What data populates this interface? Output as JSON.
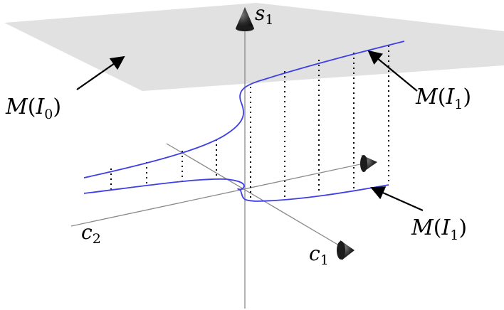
{
  "diagram": {
    "labels": {
      "plane_top": {
        "calligraphic": "M",
        "open": "(",
        "symbol": "I",
        "subscript": "0",
        "close": ")"
      },
      "upper_curve": {
        "calligraphic": "M",
        "open": "(",
        "symbol": "I",
        "subscript": "1",
        "close": ")"
      },
      "lower_curve": {
        "calligraphic": "M",
        "open": "(",
        "symbol": "I",
        "subscript": "1",
        "close": ")"
      }
    },
    "axes": {
      "vertical": {
        "symbol": "s",
        "subscript": "1"
      },
      "left": {
        "symbol": "c",
        "subscript": "2"
      },
      "front": {
        "symbol": "c",
        "subscript": "1"
      }
    },
    "colors": {
      "curve": "#3f3fe6",
      "plane": "#e1e1e1",
      "axis": "#8a8a8a",
      "arrowhead": "#222222",
      "leader": "#000000"
    },
    "icons": [
      "cone-arrowhead-icon"
    ]
  }
}
